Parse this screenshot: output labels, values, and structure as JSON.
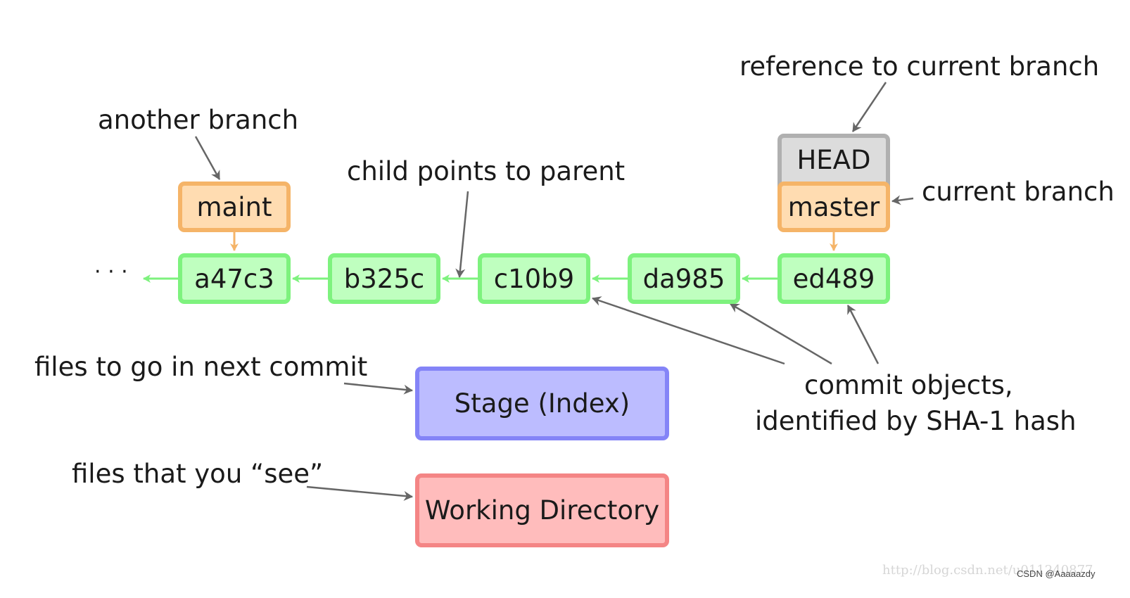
{
  "annotations": {
    "another_branch": "another branch",
    "child_points_to_parent": "child points to parent",
    "reference_to_current_branch": "reference to current branch",
    "current_branch": "current branch",
    "files_next_commit": "files to go in next commit",
    "files_you_see": "files that you “see”",
    "commit_objects_line1": "commit objects,",
    "commit_objects_line2": "identified by SHA-1 hash"
  },
  "ellipsis": "· · ·",
  "commits": [
    "a47c3",
    "b325c",
    "c10b9",
    "da985",
    "ed489"
  ],
  "branches": {
    "maint": "maint",
    "master": "master",
    "head": "HEAD"
  },
  "areas": {
    "stage": "Stage (Index)",
    "working_directory": "Working Directory"
  },
  "watermark": "http://blog.csdn.net/u011240877",
  "credit": "CSDN @Aaaaazdy",
  "colors": {
    "commit_fill": "#bfffbf",
    "commit_border": "#7ef27e",
    "branch_fill": "#ffdcb1",
    "branch_border": "#f5b468",
    "head_fill": "#dcdcdc",
    "head_border": "#b0b0b0",
    "stage_fill": "#bcbcff",
    "stage_border": "#8484f7",
    "work_fill": "#ffbcbc",
    "work_border": "#f48585",
    "pointer_arrow": "#666666"
  }
}
